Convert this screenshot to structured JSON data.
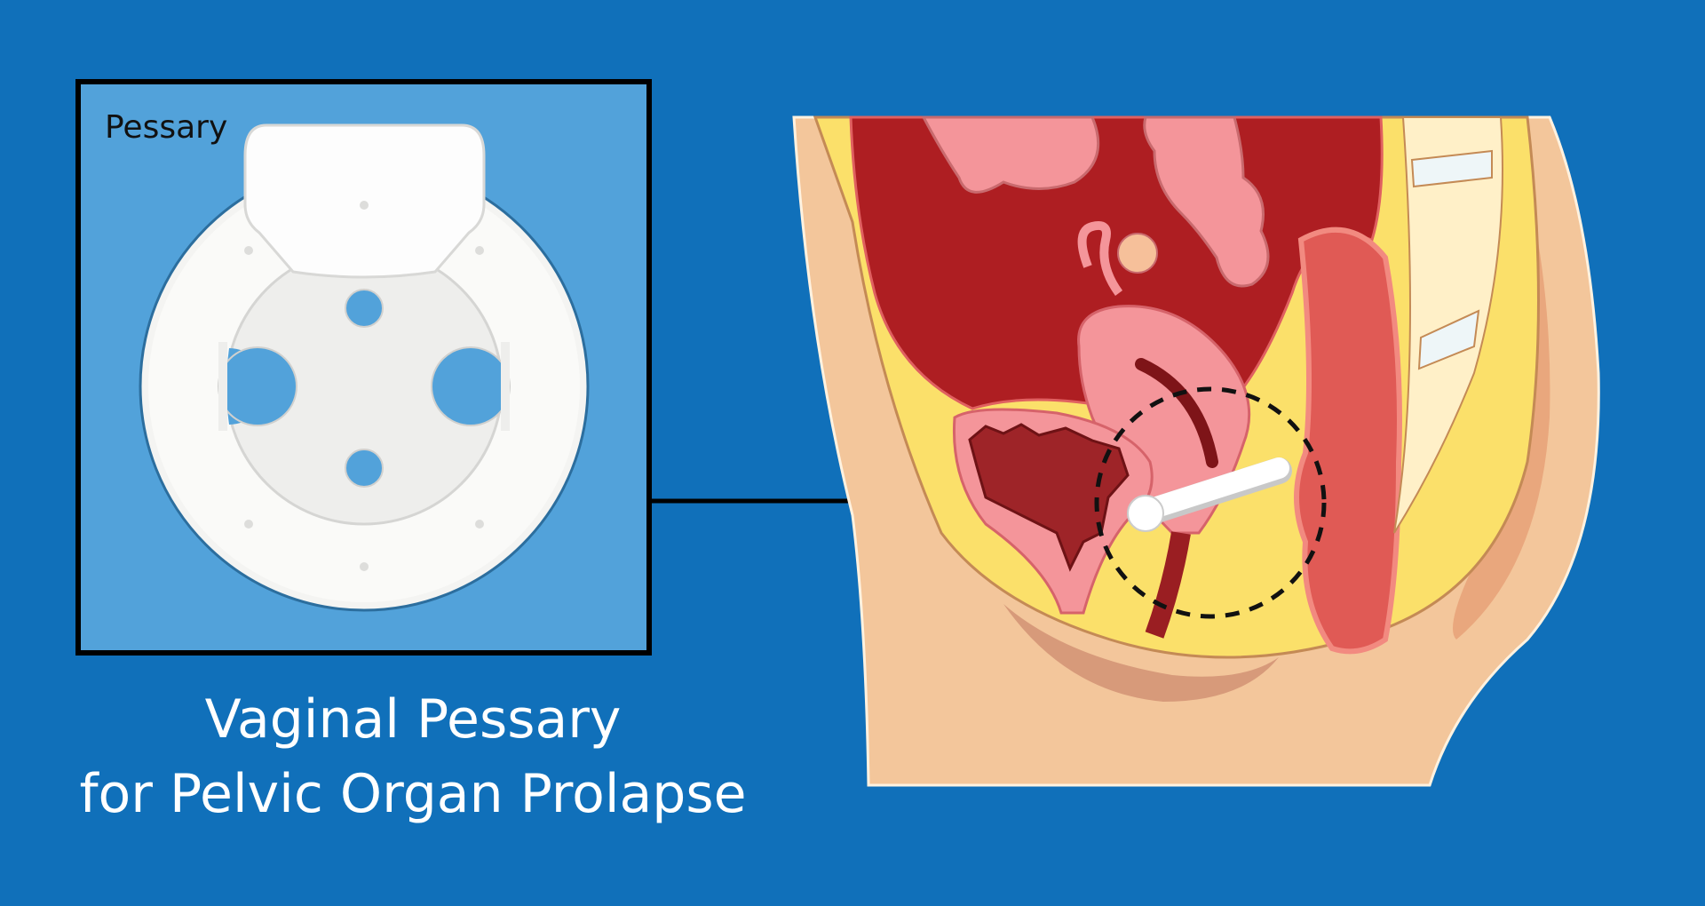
{
  "inset": {
    "label": "Pessary"
  },
  "title": {
    "line1": "Vaginal Pessary",
    "line2": "for Pelvic Organ Prolapse"
  },
  "colors": {
    "background": "#1070BA",
    "inset_fill": "#52A2DA",
    "skin": "#F3C69B",
    "fat": "#FBE06A",
    "cavity": "#AE1E22",
    "organ_pink": "#F4959A",
    "rectum": "#E05A55"
  }
}
